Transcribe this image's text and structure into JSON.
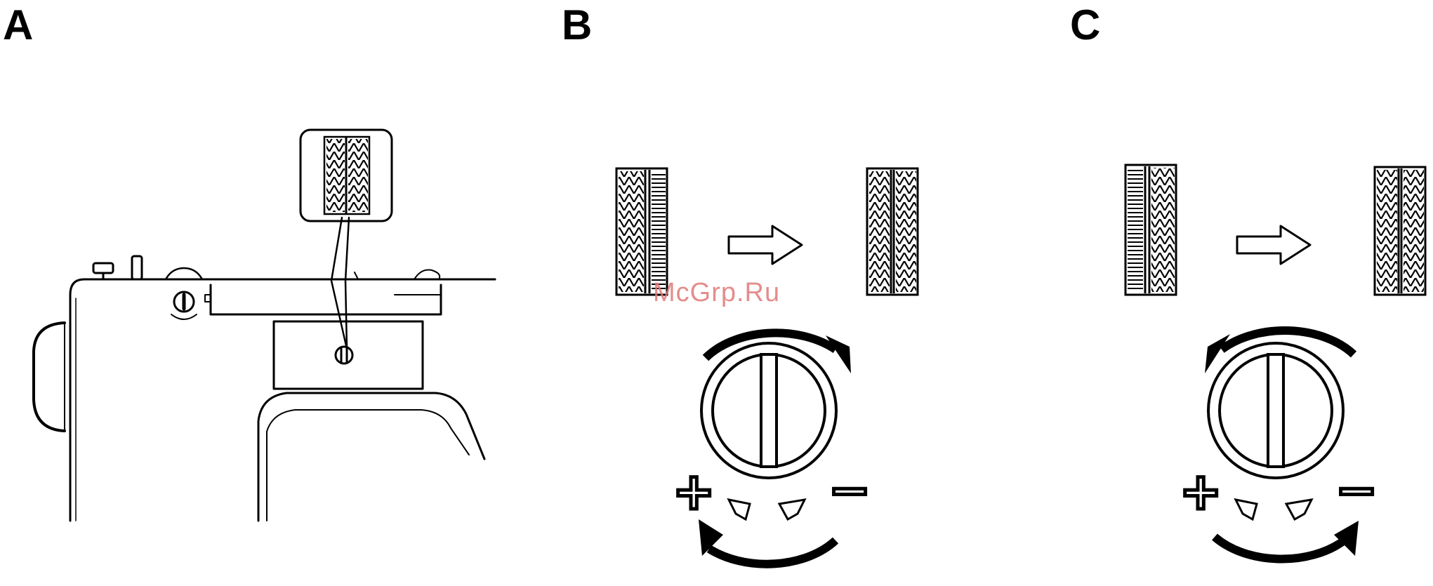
{
  "panels": {
    "a": {
      "letter": "A"
    },
    "b": {
      "letter": "B",
      "plus": "+",
      "minus": "−"
    },
    "c": {
      "letter": "C",
      "plus": "+",
      "minus": "−"
    }
  },
  "watermark": "McGrp.Ru",
  "colors": {
    "ink": "#000000",
    "paper": "#ffffff",
    "watermark": "#e07878"
  }
}
